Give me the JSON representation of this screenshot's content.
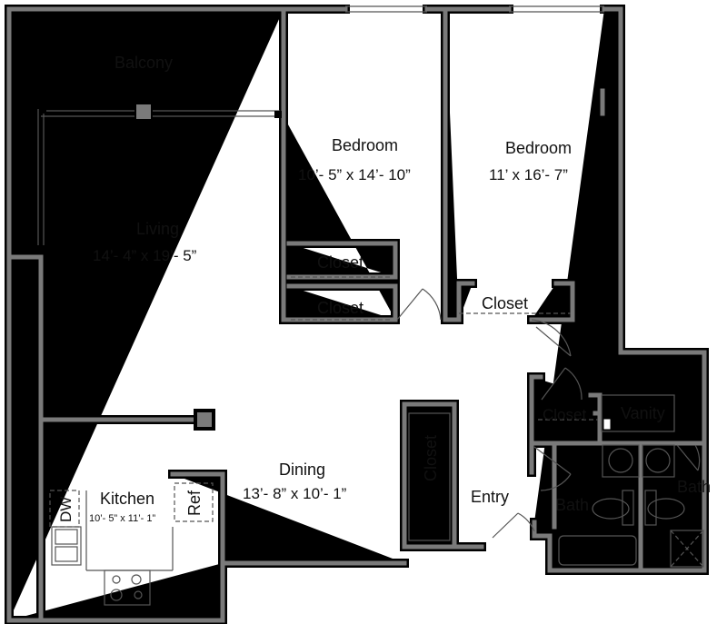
{
  "rooms": {
    "balcony": {
      "name": "Balcony"
    },
    "living": {
      "name": "Living",
      "dims": "14’- 4” x 19’- 5”"
    },
    "bedroom1": {
      "name": "Bedroom",
      "dims": "10’- 5” x 14’- 10”"
    },
    "bedroom2": {
      "name": "Bedroom",
      "dims": "11’ x 16’- 7”"
    },
    "closet1": "Closet",
    "closet2": "Closet",
    "closet3": "Closet",
    "closet4": "Closet",
    "closet5": "Closet",
    "vanity": "Vanity",
    "bath1": "Bath",
    "bath2": "Bath",
    "entry": "Entry",
    "dining": {
      "name": "Dining",
      "dims": "13’- 8” x 10’- 1”"
    },
    "kitchen": {
      "name": "Kitchen",
      "dims": "10’- 5” x 11’- 1”",
      "dw": "DW",
      "ref": "Ref"
    }
  },
  "colors": {
    "wall_fill": "#7a7a7a",
    "wall_outline": "#000000"
  }
}
